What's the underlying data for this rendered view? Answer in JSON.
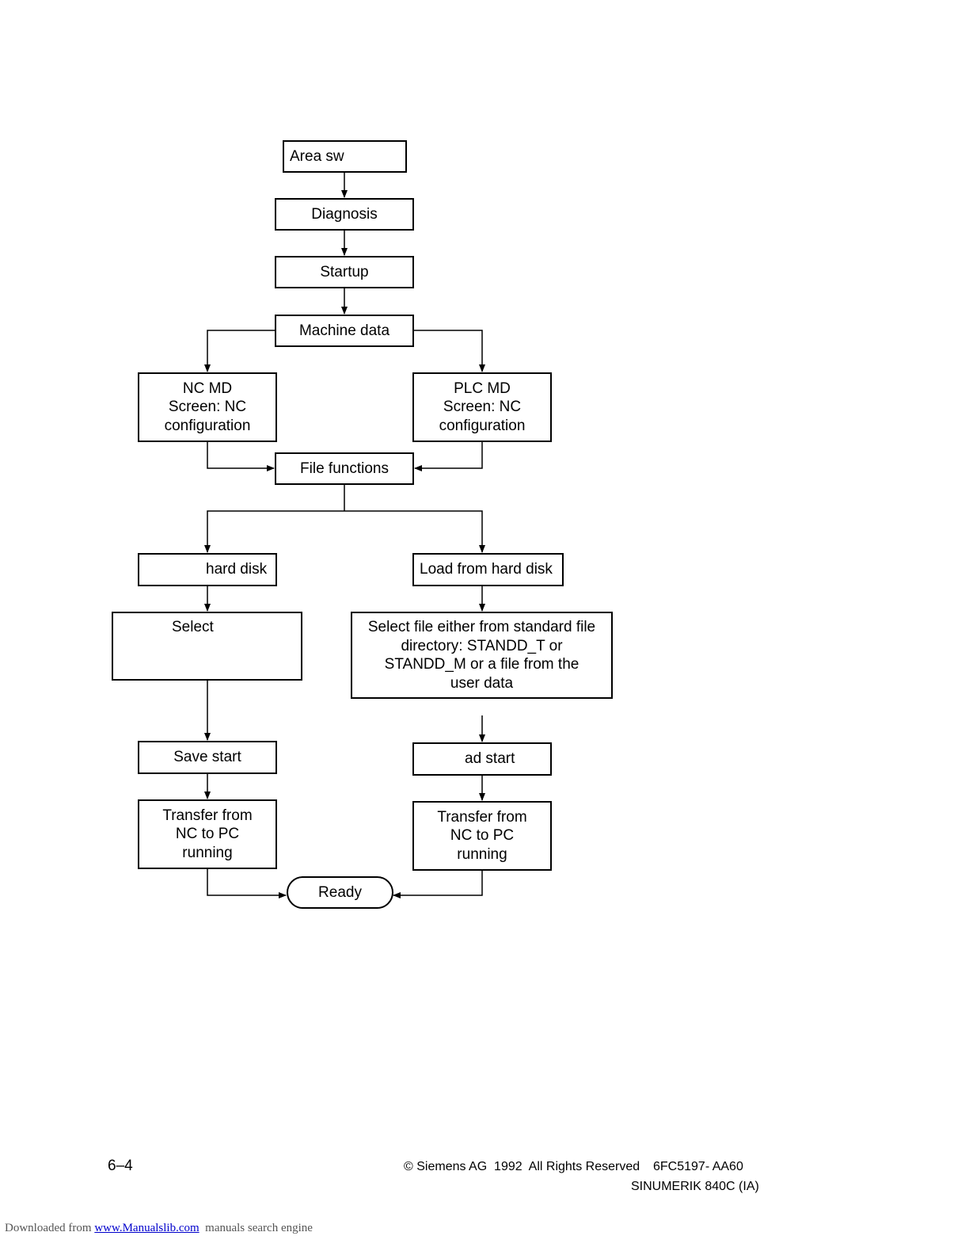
{
  "diagram": {
    "nodes": {
      "area_sw": "Area sw",
      "diagnosis": "Diagnosis",
      "startup": "Startup",
      "machine_data": "Machine data",
      "nc_md": "NC MD\nScreen: NC\nconfiguration",
      "plc_md": "PLC MD\nScreen: NC\nconfiguration",
      "file_functions": "File functions",
      "hard_disk": "hard disk",
      "load_from_hard_disk": "Load from hard disk",
      "select": "Select",
      "select_file": "Select file either from standard file\ndirectory: STANDD_T or\nSTANDD_M or a file from the\nuser data",
      "save_start": "Save start",
      "ad_start": "ad start",
      "transfer_left": "Transfer from\nNC to PC\nrunning",
      "transfer_right": "Transfer from\nNC to PC\nrunning",
      "ready": "Ready"
    }
  },
  "footer": {
    "page_number": "6–4",
    "copyright": "© Siemens AG  1992  All Rights Reserved",
    "order_number": "6FC5197- AA60",
    "product": "SINUMERIK 840C (IA)"
  },
  "download_banner": {
    "prefix": "Downloaded from ",
    "link_text": "www.Manualslib.com",
    "suffix": "  manuals search engine"
  }
}
